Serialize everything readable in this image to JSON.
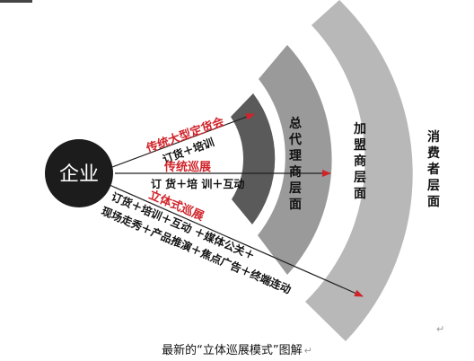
{
  "center": {
    "label": "企业"
  },
  "layers": [
    {
      "label": "总代理商层面",
      "color": "#5a5a5a"
    },
    {
      "label": "加盟商层面",
      "color": "#9a9a9a"
    },
    {
      "label": "消费者层面",
      "color": "#b8b8b8"
    }
  ],
  "channels": [
    {
      "title": "传统大型定货会",
      "detail": "订货＋培训"
    },
    {
      "title": "传统巡展",
      "detail": "订 货＋培 训＋互动"
    },
    {
      "title": "立体式巡展",
      "detail_lines": [
        "订货＋培训＋互动 ＋媒体公关＋",
        "现场走秀＋产品推演＋焦点广告＋终端连动"
      ]
    }
  ],
  "caption": "最新的“立体巡展模式”图解",
  "caption_mark": "↵",
  "corner_mark": "↵",
  "colors": {
    "accent": "#d0242a",
    "arrow_line": "#222222",
    "node": "#1c1c1c"
  }
}
